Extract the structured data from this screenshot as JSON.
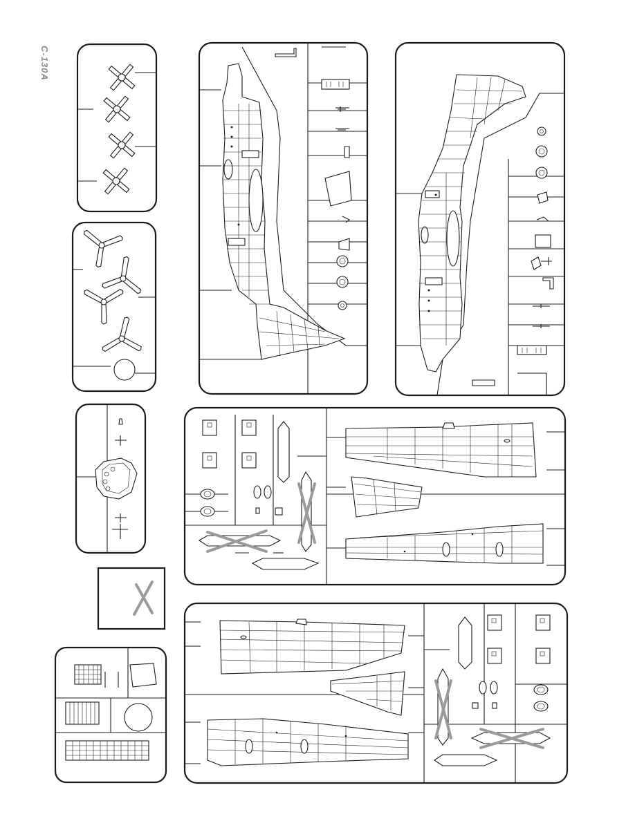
{
  "page": {
    "title": "C-130A"
  },
  "sprues": [
    {
      "id": "rotor-blades"
    },
    {
      "id": "propellers"
    },
    {
      "id": "nose-canopy"
    },
    {
      "id": "clear-parts"
    },
    {
      "id": "decal-placeholder"
    },
    {
      "id": "fuselage-right"
    },
    {
      "id": "fuselage-left"
    },
    {
      "id": "wing-sprue-upper"
    },
    {
      "id": "wing-sprue-lower"
    }
  ]
}
